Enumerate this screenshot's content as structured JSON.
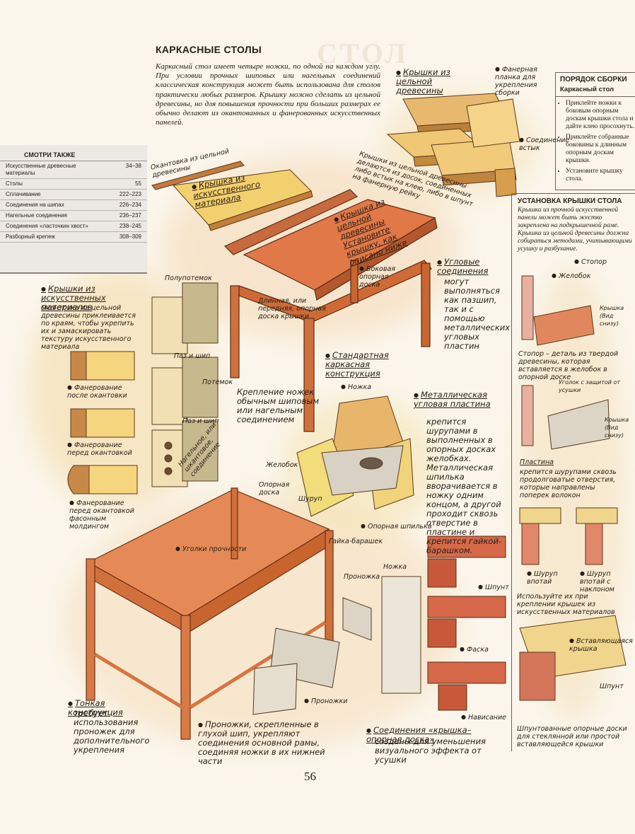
{
  "page": {
    "title": "КАРКАСНЫЕ СТОЛЫ",
    "ghost_title": "СТОЛ",
    "intro": "Каркасный стол имеет четыре ножки, по одной на каждом углу. При условии прочных шиповых или нагельных соединений классическая конструкция может быть использована для столов практически любых размеров. Крышку можно сделать из цельной древесины, но для повышения прочности при больших размерах ее обычно делают из окантованных и фанерованных искусственных панелей.",
    "page_number": "56"
  },
  "see_also": {
    "heading": "СМОТРИ ТАКЖЕ",
    "rows": [
      {
        "label": "Искусственные древесные материалы",
        "pages": "34–38"
      },
      {
        "label": "Столы",
        "pages": "55"
      },
      {
        "label": "Сплачивание",
        "pages": "222–223"
      },
      {
        "label": "Соединения на шипах",
        "pages": "226–234"
      },
      {
        "label": "Нагельные соединения",
        "pages": "236–237"
      },
      {
        "label": "Соединения «ласточкин хвост»",
        "pages": "238–245"
      },
      {
        "label": "Разборный крепеж",
        "pages": "308–309"
      }
    ]
  },
  "assembly_order": {
    "heading": "ПОРЯДОК СБОРКИ",
    "subheading": "Каркасный стол",
    "steps": [
      "Приклейте ножки к боковым опорным доскам крышки стола и дайте клею просохнуть.",
      "Приклейте собранные боковины к длинным опорным доскам крышки.",
      "Установите крышку стола."
    ]
  },
  "install_section": {
    "heading": "УСТАНОВКА КРЫШКИ СТОЛА",
    "text": "Крышка из прочной искусственной панели может быть жестко закреплена на подкрышечной раме. Крышка из цельной древесины должна собираться методами, учитывающими усушку и разбухание.",
    "labels": {
      "stopor": "Стопор",
      "zhelobok": "Желобок",
      "kryshka_vid_snizu": "Крышка (Вид снизу)",
      "stopor_caption": "Стопор – деталь из твердой древесины, которая вставляется в желобок в опорной доске",
      "ugolok": "Уголок с защитой от усушки",
      "kryshka_vid_snizu_2": "Крышка (Вид снизу)",
      "plastina": "Пластина",
      "plastina_caption": "крепится шурупами сквозь продолговатые отверстия, которые направлены поперек волокон",
      "shurup_vpotai": "Шуруп впотай",
      "shurup_naklon": "Шуруп впотай с наклоном",
      "shurup_caption": "Используйте их при креплении крышек из искусственных материалов",
      "vstavl": "Вставляющаяся крышка",
      "shpunt": "Шпунт",
      "bottom_caption": "Шпунтованные опорные доски для стеклянной или простой вставляющейся крышки"
    }
  },
  "labels": {
    "kryshki_tsel": "Крышки из цельной древесины",
    "fanernaya_planka": "Фанерная планка для укрепления сборки",
    "soedinenie_vstyk": "Соединение встык",
    "kryshki_tsel_2": "Крышки из цельной древесины делаются из досок, соединенных либо встык на клею, либо в шпунт на фанерную рейку",
    "okantovka": "Окантовка из цельной древесины",
    "kryshka_isk": "Крышка из искусственного материала",
    "kryshka_tsel_ust": "Крышка из цельной древесины Установите крышку, как описано ниже",
    "bokovaya": "Боковая опорная доска",
    "uglovye": "Угловые соединения",
    "uglovye_text": "могут выполняться как пазшип, так и с помощью металлических угловых пластин",
    "dlinnaya": "Длинная, или передняя, опорная доска крышки",
    "polupotemok": "Полупотемок",
    "kryshki_isk": "Крышки из искусственных материалов",
    "kryshki_isk_text": "Окантовка из цельной древесины приклеивается по краям, чтобы укрепить их и замаскировать текстуру искусственного материала",
    "paz_ship_1": "Паз и шип",
    "potemok": "Потемок",
    "paz_ship_2": "Паз и шип",
    "kreplenie": "Крепление ножек обычным шиповым или нагельным соединением",
    "nagelnoe": "Нагельное, или шкантовое, соединение",
    "standard": "Стандартная каркасная конструкция",
    "fanerovanie_posle": "Фанерование после окантовки",
    "fanerovanie_pered": "Фанерование перед окантовкой",
    "fanerovanie_pered_fas": "Фанерование перед окантовкой фасонным молдингом",
    "nozhka": "Ножка",
    "metal_plastina": "Металлическая угловая пластина",
    "metal_text": "крепится шурупами в выполненных в опорных досках желобках. Металлическая шпилька вворачивается в ножку одним концом, а другой проходит сквозь отверстие в пластине и крепится гайкой-барашком.",
    "zhelobok": "Желобок",
    "opornaya_doska": "Опорная доска",
    "shurup": "Шуруп",
    "opornaya_shpilka": "Опорная шпилька",
    "gayka": "Гайка-барашек",
    "ugolki": "Уголки прочности",
    "pronozhka": "Проножка",
    "nozhka_2": "Ножка",
    "pronozhki": "Проножки",
    "shpunt": "Шпунт",
    "faska": "Фаска",
    "navisanie": "Нависание",
    "tonkaya": "Тонкая конструкция",
    "tonkaya_text": "требует использования проножек для дополнительного укрепления",
    "pronozhki_text": "Проножки, скрепленные в глухой шип, укрепляют соединения основной рамы, соединяя ножки в их нижней части",
    "soedineniya": "Соединения «крышка–опорная доска»",
    "soedineniya_text": "созданы для уменьшения визуального эффекта от усушки"
  }
}
